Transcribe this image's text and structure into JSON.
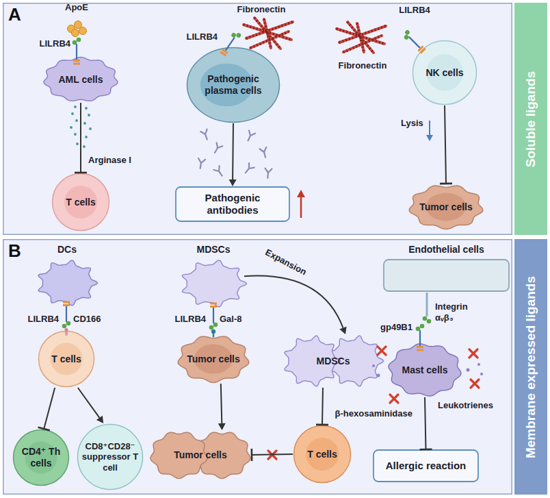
{
  "diagram": {
    "nodes": [
      {
        "text": [
          "A"
        ]
      },
      {
        "text": [
          "Soluble ligands"
        ]
      },
      {
        "text": [
          "AML cells"
        ],
        "in": 0
      },
      {
        "text": [
          "T cells"
        ],
        "in": 0
      },
      {
        "text": [
          "Pathogenic plasma cells"
        ],
        "in": 0
      },
      {
        "text": [
          "Pathogenic antibodies"
        ],
        "in": 0
      },
      {
        "text": [
          "NK cells"
        ],
        "in": 0
      },
      {
        "text": [
          "Tumor cells"
        ],
        "in": 0
      },
      {
        "text": [
          "B"
        ]
      },
      {
        "text": [
          "Membrane expressed ligands"
        ]
      },
      {
        "text": [
          "DCs"
        ],
        "in": 8
      },
      {
        "text": [
          "T cells"
        ],
        "in": 8
      },
      {
        "text": [
          "CD4⁺ Th cells"
        ],
        "in": 8
      },
      {
        "text": [
          "CD8⁺CD28⁻ suppressor T cell"
        ],
        "in": 8
      },
      {
        "text": [
          "MDSCs"
        ],
        "in": 8
      },
      {
        "text": [
          "Tumor cells"
        ],
        "in": 8
      },
      {
        "text": [
          "MDSCs"
        ],
        "in": 8
      },
      {
        "text": [
          "Tumor cells"
        ],
        "in": 8
      },
      {
        "text": [
          "T cells"
        ],
        "in": 8
      },
      {
        "text": [
          "Endothelial cells"
        ],
        "in": 8
      },
      {
        "text": [
          "Mast cells"
        ],
        "in": 8
      },
      {
        "text": [
          "Allergic reaction"
        ],
        "in": 8
      }
    ],
    "edges": [
      {
        "from": 2,
        "to": 3,
        "arrow": "to",
        "label": "Arginase I"
      },
      {
        "from": 4,
        "to": 5,
        "arrow": "to"
      },
      {
        "from": 6,
        "to": 7,
        "arrow": "to",
        "label": "Lysis"
      },
      {
        "from": 11,
        "to": 12,
        "arrow": "to"
      },
      {
        "from": 11,
        "to": 13,
        "arrow": "to"
      },
      {
        "from": 14,
        "to": 16,
        "arrow": "to",
        "label": "Expansion"
      },
      {
        "from": 15,
        "to": 17,
        "arrow": "to"
      },
      {
        "from": 16,
        "to": 18,
        "arrow": "to"
      },
      {
        "from": 18,
        "to": 17,
        "arrow": "to"
      },
      {
        "from": 20,
        "to": 21,
        "arrow": "to"
      }
    ],
    "labels": [
      "ApoE",
      "LILRB4",
      "Fibronectin",
      "LILRB4",
      "Fibronectin",
      "LILRB4",
      "LILRB4",
      "CD166",
      "LILRB4",
      "Gal-8",
      "gp49B1",
      "Integrin αᵥβ₃",
      "Leukotrienes",
      "β-hexosaminidase"
    ]
  }
}
